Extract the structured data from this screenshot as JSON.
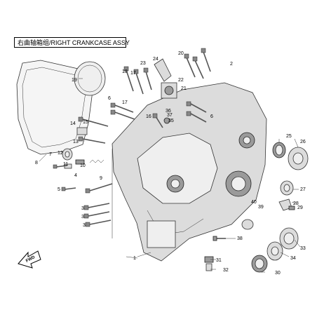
{
  "title": "右曲轴箱组/RIGHT CRANKCASE ASSY",
  "fwd_label": "FWD",
  "callouts": {
    "n1": "1",
    "n2": "2",
    "n3": "3",
    "n3b": "3",
    "n3c": "3",
    "n4": "4",
    "n5": "5",
    "n6": "6",
    "n6b": "6",
    "n7": "7",
    "n8": "8",
    "n9": "9",
    "n10": "10",
    "n11": "11",
    "n12": "12",
    "n13": "13",
    "n14": "14",
    "n15": "15",
    "n16": "16",
    "n17": "17",
    "n17b": "17",
    "n18": "18",
    "n19": "19",
    "n20": "20",
    "n21": "21",
    "n22": "22",
    "n23": "23",
    "n24": "24",
    "n25": "25",
    "n26": "26",
    "n27": "27",
    "n28": "28",
    "n29": "29",
    "n30": "30",
    "n31": "31",
    "n32": "32",
    "n33": "33",
    "n34": "34",
    "n35": "35",
    "n36": "36",
    "n37": "37",
    "n38": "38",
    "n39": "39",
    "n40": "40"
  }
}
